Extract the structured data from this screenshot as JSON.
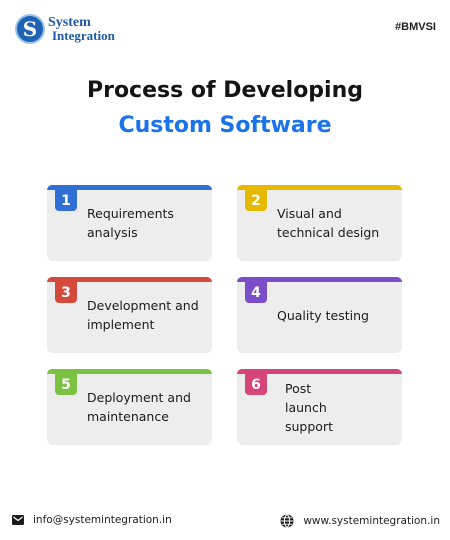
{
  "brand": {
    "logo_letter": "S",
    "name_line1": "System",
    "name_line2": "Integration",
    "hashtag": "#BMVSI"
  },
  "title": {
    "line1": "Process of Developing",
    "line2": "Custom Software"
  },
  "steps": [
    {
      "number": "1",
      "label": "Requirements analysis",
      "color": "#2f6fd6"
    },
    {
      "number": "2",
      "label": "Visual and technical design",
      "color": "#e6b800"
    },
    {
      "number": "3",
      "label": "Development and implement",
      "color": "#d44b3c"
    },
    {
      "number": "4",
      "label": "Quality testing",
      "color": "#7c4dc9"
    },
    {
      "number": "5",
      "label": "Deployment and maintenance",
      "color": "#7cc242"
    },
    {
      "number": "6",
      "label": "Post launch support",
      "color": "#d6457a"
    }
  ],
  "footer": {
    "email": "info@systemintegration.in",
    "website": "www.systemintegration.in",
    "email_icon": "mail-icon",
    "website_icon": "globe-icon"
  }
}
